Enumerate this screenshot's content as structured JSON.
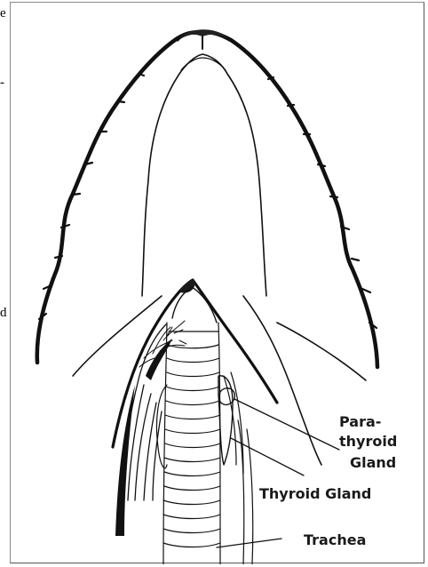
{
  "page_edge": {
    "chars": [
      "e",
      "-",
      "d"
    ]
  },
  "labels": {
    "parathyroid": [
      "Para-",
      "thyroid",
      "Gland"
    ],
    "thyroid": "Thyroid Gland",
    "trachea": "Trachea"
  },
  "colors": {
    "ink": "#111111",
    "frame": "#555555",
    "background": "#ffffff"
  }
}
